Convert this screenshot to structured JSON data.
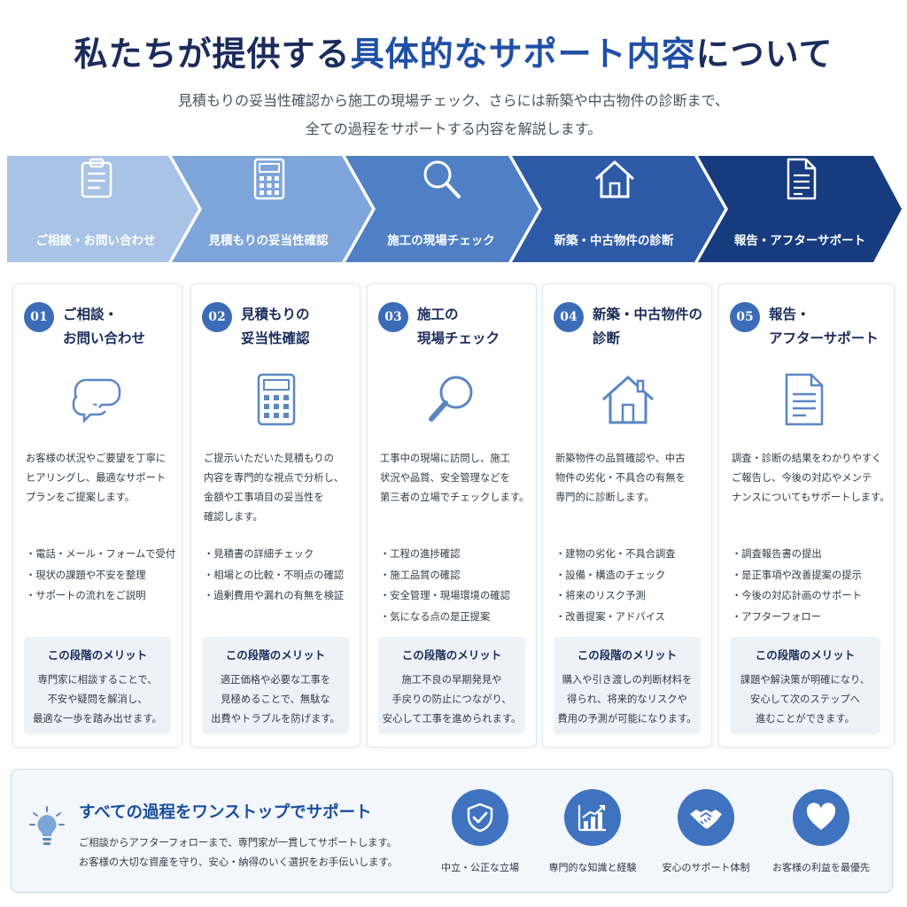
{
  "header": {
    "title_part1": "私たちが提供する",
    "title_highlight": "具体的なサポート内容",
    "title_part2": "について",
    "subtitle_line1": "見積もりの妥当性確認から施工の現場チェック、さらには新築や中古物件の診断まで、",
    "subtitle_line2": "全ての過程をサポートする内容を解説します。"
  },
  "colors": {
    "step1": "#a9c3e6",
    "step2": "#7ea5d9",
    "step3": "#4f80c6",
    "step4": "#2c5aa6",
    "step5": "#163b7f",
    "accent": "#3b6cb8",
    "title": "#1a2c5b"
  },
  "steps": [
    {
      "icon": "clipboard-icon",
      "label": "ご相談・お問い合わせ"
    },
    {
      "icon": "calculator-icon",
      "label": "見積もりの妥当性確認"
    },
    {
      "icon": "magnifier-icon",
      "label": "施工の現場チェック"
    },
    {
      "icon": "house-icon",
      "label": "新築・中古物件の診断"
    },
    {
      "icon": "document-icon",
      "label": "報告・アフターサポート"
    }
  ],
  "cards": [
    {
      "num": "01",
      "title1": "ご相談・",
      "title2": "お問い合わせ",
      "icon": "chat-bubbles-icon",
      "desc": [
        "お客様の状況やご要望を丁寧に",
        "ヒアリングし、最適なサポート",
        "プランをご提案します。"
      ],
      "bullets": [
        "・電話・メール・フォームで受付",
        "・現状の課題や不安を整理",
        "・サポートの流れをご説明"
      ],
      "merit_title": "この段階のメリット",
      "merit": [
        "専門家に相談することで、",
        "不安や疑問を解消し、",
        "最適な一歩を踏み出せます。"
      ]
    },
    {
      "num": "02",
      "title1": "見積もりの",
      "title2": "妥当性確認",
      "icon": "calculator-icon",
      "desc": [
        "ご提示いただいた見積もりの",
        "内容を専門的な視点で分析し、",
        "金額や工事項目の妥当性を",
        "確認します。"
      ],
      "bullets": [
        "・見積書の詳細チェック",
        "・相場との比較・不明点の確認",
        "・過剰費用や漏れの有無を検証"
      ],
      "merit_title": "この段階のメリット",
      "merit": [
        "適正価格や必要な工事を",
        "見極めることで、無駄な",
        "出費やトラブルを防げます。"
      ]
    },
    {
      "num": "03",
      "title1": "施工の",
      "title2": "現場チェック",
      "icon": "magnifier-icon",
      "desc": [
        "工事中の現場に訪問し、施工",
        "状況や品質、安全管理などを",
        "第三者の立場でチェックします。"
      ],
      "bullets": [
        "・工程の進捗確認",
        "・施工品質の確認",
        "・安全管理・現場環境の確認",
        "・気になる点の是正提案"
      ],
      "merit_title": "この段階のメリット",
      "merit": [
        "施工不良の早期発見や",
        "手戻りの防止につながり、",
        "安心して工事を進められます。"
      ]
    },
    {
      "num": "04",
      "title1": "新築・中古物件の",
      "title2": "診断",
      "icon": "house-icon",
      "desc": [
        "新築物件の品質確認や、中古",
        "物件の劣化・不具合の有無を",
        "専門的に診断します。"
      ],
      "bullets": [
        "・建物の劣化・不具合調査",
        "・設備・構造のチェック",
        "・将来のリスク予測",
        "・改善提案・アドバイス"
      ],
      "merit_title": "この段階のメリット",
      "merit": [
        "購入や引き渡しの判断材料を",
        "得られ、将来的なリスクや",
        "費用の予測が可能になります。"
      ]
    },
    {
      "num": "05",
      "title1": "報告・",
      "title2": "アフターサポート",
      "icon": "document-icon",
      "desc": [
        "調査・診断の結果をわかりやすく",
        "ご報告し、今後の対応やメンテ",
        "ナンスについてもサポートします。"
      ],
      "bullets": [
        "・調査報告書の提出",
        "・是正事項や改善提案の提示",
        "・今後の対応計画のサポート",
        "・アフターフォロー"
      ],
      "merit_title": "この段階のメリット",
      "merit": [
        "課題や解決策が明確になり、",
        "安心して次のステップへ",
        "進むことができます。"
      ]
    }
  ],
  "bottom": {
    "heading": "すべての過程をワンストップでサポート",
    "text_line1": "ご相談からアフターフォローまで、専門家が一貫してサポートします。",
    "text_line2": "お客様の大切な資産を守り、安心・納得のいく選択をお手伝いします。",
    "features": [
      {
        "icon": "shield-check-icon",
        "label": "中立・公正な立場"
      },
      {
        "icon": "growth-chart-icon",
        "label": "専門的な知識と経験"
      },
      {
        "icon": "handshake-icon",
        "label": "安心のサポート体制"
      },
      {
        "icon": "heart-icon",
        "label": "お客様の利益を最優先"
      }
    ]
  }
}
